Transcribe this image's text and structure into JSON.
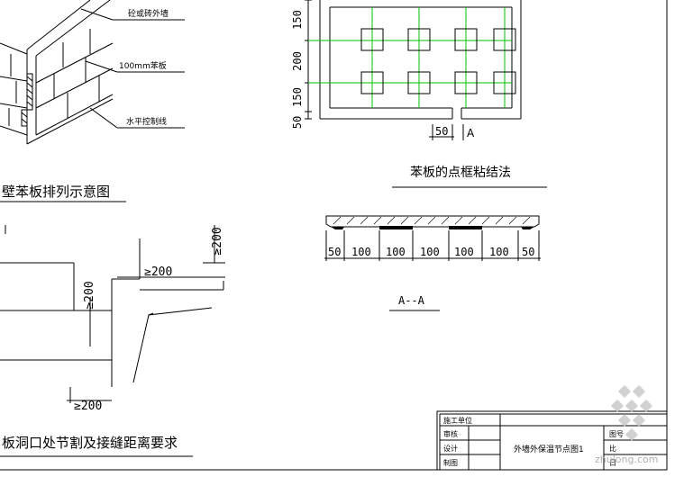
{
  "wall_detail": {
    "labels": {
      "concrete_wall": "砼或砖外墙",
      "board": "100mm苯板",
      "control_line": "水平控制线"
    },
    "title": "壁苯板排列示意图"
  },
  "dot_frame": {
    "dimensions_vertical": [
      "150",
      "200",
      "150",
      "50"
    ],
    "dim_bottom": "50",
    "section_mark": "A",
    "title": "苯板的点框粘结法"
  },
  "section": {
    "dimensions": [
      "50",
      "100",
      "100",
      "100",
      "100",
      "100",
      "50"
    ],
    "label": "A--A"
  },
  "opening": {
    "dims": {
      "top": "≥200",
      "top_right": "≥200",
      "left": "≥200",
      "bottom": "≥200"
    },
    "title": "板洞口处节割及接缝距离要求"
  },
  "title_block": {
    "rows": [
      "施工单位",
      "审核",
      "设计",
      "制图"
    ],
    "drawing_name": "外墙外保温节点图1",
    "right_cells": [
      "图号",
      "比",
      "日"
    ]
  },
  "watermark": {
    "text": "zhulong.com"
  },
  "colors": {
    "line": "#000000",
    "grid": "#00c000",
    "watermark": "#c8c8c8"
  }
}
